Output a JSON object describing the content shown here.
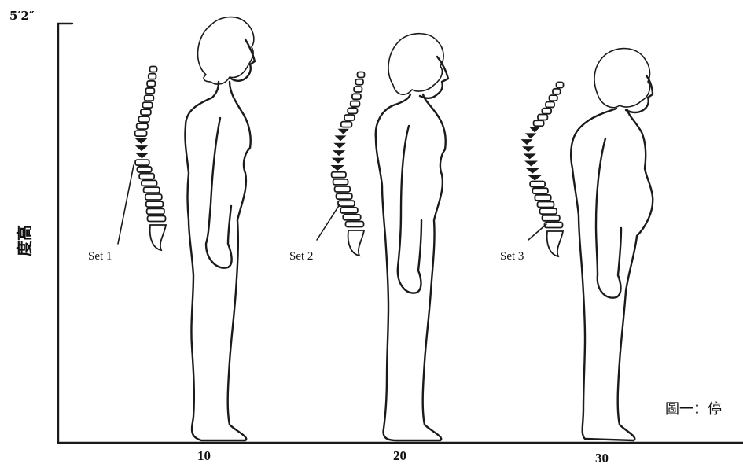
{
  "axis": {
    "top_mark": "5′2″",
    "y_label_chars": [
      "高",
      "度"
    ]
  },
  "x_ticks": [
    "10",
    "20",
    "30"
  ],
  "sets": [
    {
      "label": "Set 1"
    },
    {
      "label": "Set 2"
    },
    {
      "label": "Set 3"
    }
  ],
  "caption": "圖一：停"
}
